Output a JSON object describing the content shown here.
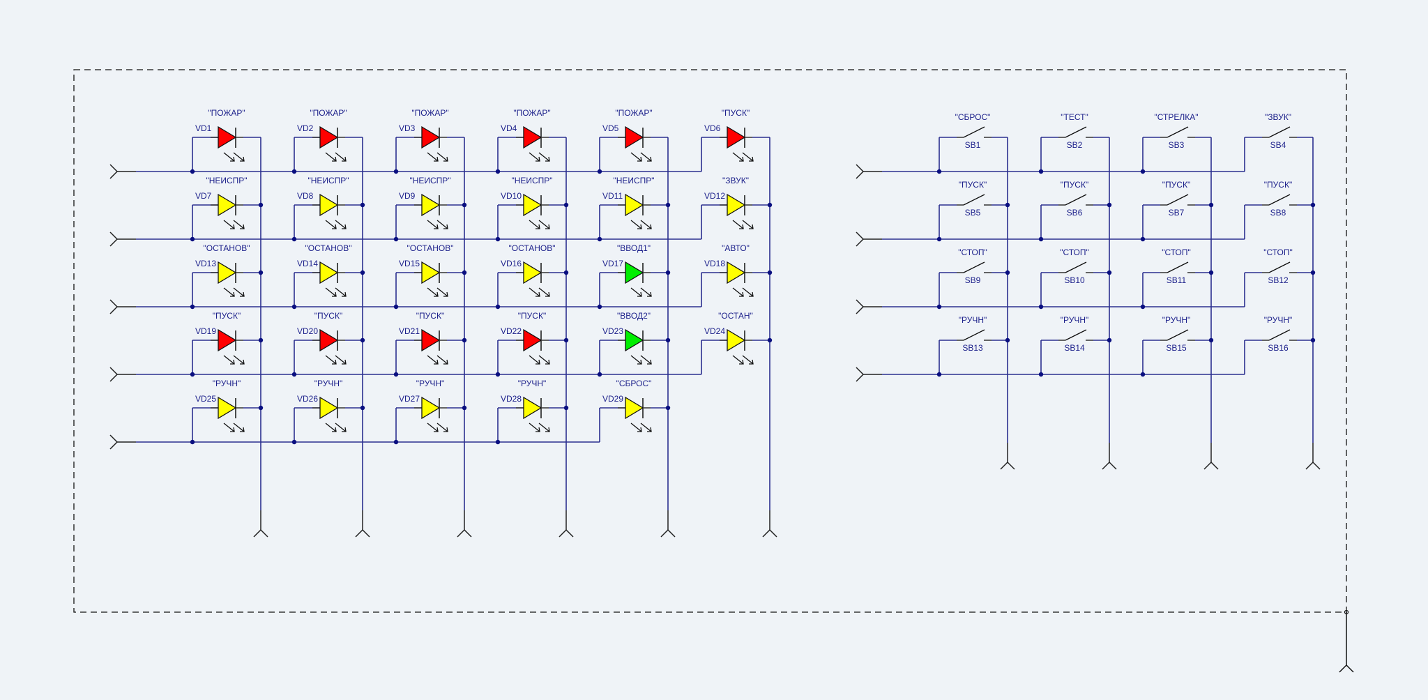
{
  "colors": {
    "background": "#eff3f7",
    "wire": "#2b2f8f",
    "junction": "#0a0f80",
    "terminal": "#222222",
    "frame": "#111111",
    "label": "#1b1f8a",
    "led_red": "#ff0000",
    "led_yellow": "#ffff00",
    "led_green": "#00ee00"
  },
  "led_matrix": {
    "rows": [
      [
        {
          "ref": "VD1",
          "label": "\"ПОЖАР\"",
          "color": "red"
        },
        {
          "ref": "VD2",
          "label": "\"ПОЖАР\"",
          "color": "red"
        },
        {
          "ref": "VD3",
          "label": "\"ПОЖАР\"",
          "color": "red"
        },
        {
          "ref": "VD4",
          "label": "\"ПОЖАР\"",
          "color": "red"
        },
        {
          "ref": "VD5",
          "label": "\"ПОЖАР\"",
          "color": "red"
        },
        {
          "ref": "VD6",
          "label": "\"ПУСК\"",
          "color": "red"
        }
      ],
      [
        {
          "ref": "VD7",
          "label": "\"НЕИСПР\"",
          "color": "yellow"
        },
        {
          "ref": "VD8",
          "label": "\"НЕИСПР\"",
          "color": "yellow"
        },
        {
          "ref": "VD9",
          "label": "\"НЕИСПР\"",
          "color": "yellow"
        },
        {
          "ref": "VD10",
          "label": "\"НЕИСПР\"",
          "color": "yellow"
        },
        {
          "ref": "VD11",
          "label": "\"НЕИСПР\"",
          "color": "yellow"
        },
        {
          "ref": "VD12",
          "label": "\"ЗВУК\"",
          "color": "yellow"
        }
      ],
      [
        {
          "ref": "VD13",
          "label": "\"ОСТАНОВ\"",
          "color": "yellow"
        },
        {
          "ref": "VD14",
          "label": "\"ОСТАНОВ\"",
          "color": "yellow"
        },
        {
          "ref": "VD15",
          "label": "\"ОСТАНОВ\"",
          "color": "yellow"
        },
        {
          "ref": "VD16",
          "label": "\"ОСТАНОВ\"",
          "color": "yellow"
        },
        {
          "ref": "VD17",
          "label": "\"ВВОД1\"",
          "color": "green"
        },
        {
          "ref": "VD18",
          "label": "\"АВТО\"",
          "color": "yellow"
        }
      ],
      [
        {
          "ref": "VD19",
          "label": "\"ПУСК\"",
          "color": "red"
        },
        {
          "ref": "VD20",
          "label": "\"ПУСК\"",
          "color": "red"
        },
        {
          "ref": "VD21",
          "label": "\"ПУСК\"",
          "color": "red"
        },
        {
          "ref": "VD22",
          "label": "\"ПУСК\"",
          "color": "red"
        },
        {
          "ref": "VD23",
          "label": "\"ВВОД2\"",
          "color": "green"
        },
        {
          "ref": "VD24",
          "label": "\"ОСТАН\"",
          "color": "yellow"
        }
      ],
      [
        {
          "ref": "VD25",
          "label": "\"РУЧН\"",
          "color": "yellow"
        },
        {
          "ref": "VD26",
          "label": "\"РУЧН\"",
          "color": "yellow"
        },
        {
          "ref": "VD27",
          "label": "\"РУЧН\"",
          "color": "yellow"
        },
        {
          "ref": "VD28",
          "label": "\"РУЧН\"",
          "color": "yellow"
        },
        {
          "ref": "VD29",
          "label": "\"СБРОС\"",
          "color": "yellow"
        }
      ]
    ],
    "column_count": 6
  },
  "switch_matrix": {
    "rows": [
      [
        {
          "ref": "SB1",
          "label": "\"СБРОС\""
        },
        {
          "ref": "SB2",
          "label": "\"ТЕСТ\""
        },
        {
          "ref": "SB3",
          "label": "\"СТРЕЛКА\""
        },
        {
          "ref": "SB4",
          "label": "\"ЗВУК\""
        }
      ],
      [
        {
          "ref": "SB5",
          "label": "\"ПУСК\""
        },
        {
          "ref": "SB6",
          "label": "\"ПУСК\""
        },
        {
          "ref": "SB7",
          "label": "\"ПУСК\""
        },
        {
          "ref": "SB8",
          "label": "\"ПУСК\""
        }
      ],
      [
        {
          "ref": "SB9",
          "label": "\"СТОП\""
        },
        {
          "ref": "SB10",
          "label": "\"СТОП\""
        },
        {
          "ref": "SB11",
          "label": "\"СТОП\""
        },
        {
          "ref": "SB12",
          "label": "\"СТОП\""
        }
      ],
      [
        {
          "ref": "SB13",
          "label": "\"РУЧН\""
        },
        {
          "ref": "SB14",
          "label": "\"РУЧН\""
        },
        {
          "ref": "SB15",
          "label": "\"РУЧН\""
        },
        {
          "ref": "SB16",
          "label": "\"РУЧН\""
        }
      ]
    ],
    "column_count": 4
  },
  "frame": {
    "style": "dashed",
    "ground_terminal": true
  }
}
